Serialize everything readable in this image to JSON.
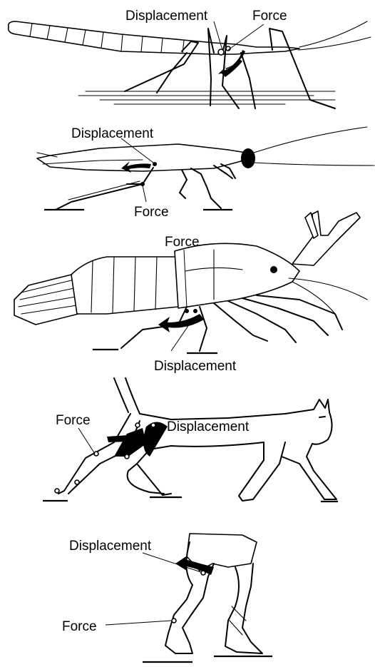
{
  "panels": [
    {
      "animal": "stick insect",
      "labels": {
        "displacement": "Displacement",
        "force": "Force"
      }
    },
    {
      "animal": "cricket",
      "labels": {
        "displacement": "Displacement",
        "force": "Force"
      }
    },
    {
      "animal": "crayfish",
      "labels": {
        "force": "Force",
        "displacement": "Displacement"
      }
    },
    {
      "animal": "cat",
      "labels": {
        "force": "Force",
        "displacement": "Displacement"
      }
    },
    {
      "animal": "human",
      "labels": {
        "displacement": "Displacement",
        "force": "Force"
      }
    }
  ]
}
